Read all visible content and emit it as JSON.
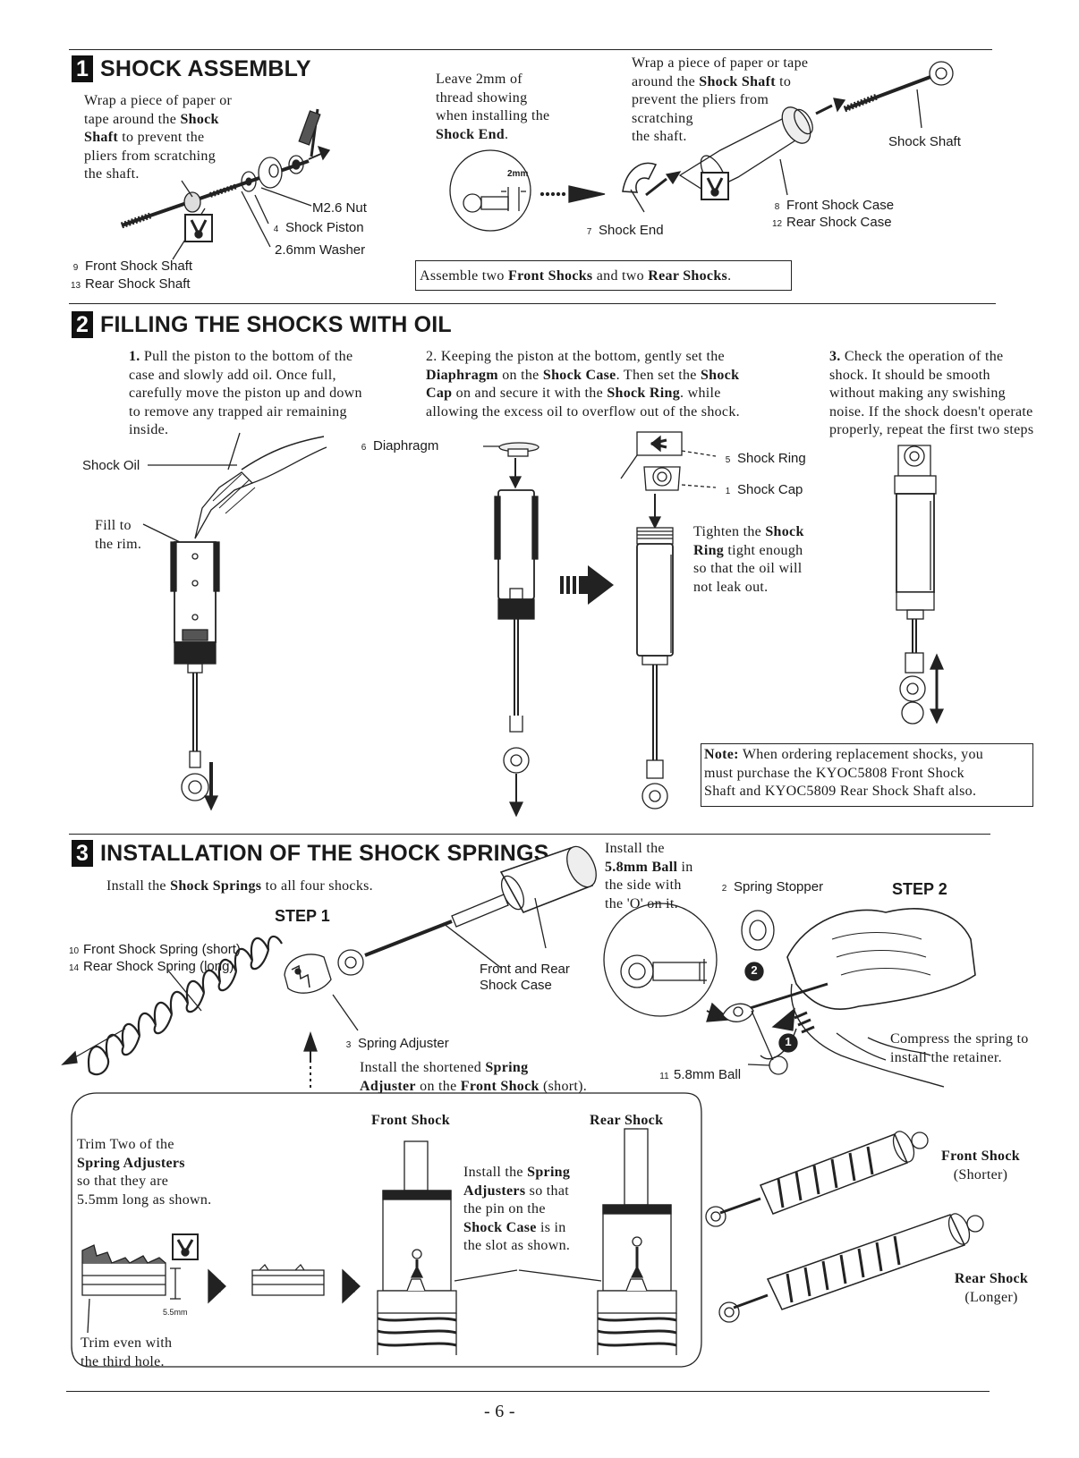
{
  "section1": {
    "number": "1",
    "title": "SHOCK ASSEMBLY",
    "wrap_note": [
      "Wrap a piece of paper or",
      "tape around the ",
      "Shock",
      "Shaft",
      " to prevent the",
      "pliers from scratching",
      "the shaft."
    ],
    "thread_note": [
      "Leave 2mm of",
      "thread showing",
      "when installing the",
      "Shock End",
      "."
    ],
    "wrap_note2": [
      "Wrap a piece of paper or tape",
      "around the ",
      "Shock Shaft",
      " to",
      "prevent the pliers from",
      "scratching",
      "the shaft."
    ],
    "detail_label": "2mm",
    "labels": {
      "m26_nut": "M2.6 Nut",
      "shock_piston_num": "4",
      "shock_piston": "Shock Piston",
      "washer": "2.6mm Washer",
      "front_shaft_num": "9",
      "front_shaft": "Front Shock Shaft",
      "rear_shaft_num": "13",
      "rear_shaft": "Rear Shock Shaft",
      "shock_end_num": "7",
      "shock_end": "Shock End",
      "shock_shaft": "Shock Shaft",
      "front_case_num": "8",
      "front_case": "Front Shock Case",
      "rear_case_num": "12",
      "rear_case": "Rear Shock Case"
    },
    "assemble_note": [
      "Assemble two ",
      "Front Shocks",
      " and two ",
      "Rear Shocks",
      "."
    ]
  },
  "section2": {
    "number": "2",
    "title": "FILLING THE SHOCKS WITH OIL",
    "step1": [
      "1.",
      " Pull the piston to the bottom of the",
      "case and slowly add oil.  Once full,",
      "carefully move the piston up and down",
      "to remove any trapped air remaining",
      "inside."
    ],
    "step2": [
      "2.",
      "  Keeping the piston at the bottom,  gently set the",
      "Diaphragm",
      " on the ",
      "Shock Case",
      ". Then set the ",
      "Shock",
      "Cap",
      " on and secure it with the ",
      "Shock Ring",
      ". while",
      "allowing the excess oil to overflow out of the shock."
    ],
    "step3": [
      "3.",
      "  Check the operation of the",
      "shock.  It should be smooth",
      "without making any swishing",
      "noise.  If the shock doesn't operate",
      "properly, repeat the first two steps"
    ],
    "labels": {
      "shock_oil": "Shock Oil",
      "fill_rim": [
        "Fill to",
        "the rim."
      ],
      "diaphragm_num": "6",
      "diaphragm": "Diaphragm",
      "shock_ring_num": "5",
      "shock_ring": "Shock Ring",
      "shock_cap_num": "1",
      "shock_cap": "Shock Cap"
    },
    "tighten_note": [
      "Tighten the ",
      "Shock",
      "Ring",
      " tight enough",
      "so that the oil will",
      "not leak out."
    ],
    "note": [
      "Note:",
      " When ordering replacement shocks, you",
      "must purchase the KYOC5808 Front Shock",
      "Shaft and KYOC5809 Rear Shock Shaft also."
    ]
  },
  "section3": {
    "number": "3",
    "title": "INSTALLATION OF THE SHOCK SPRINGS",
    "intro": [
      "Install the ",
      "Shock Springs",
      " to all four shocks."
    ],
    "ball_note": [
      "Install the",
      "5.8mm Ball",
      " in",
      "the side with",
      "the 'O' on it."
    ],
    "step1": "STEP 1",
    "step2": "STEP 2",
    "labels": {
      "front_spring_num": "10",
      "front_spring": "Front Shock Spring",
      "front_spring_suffix": " (short)",
      "rear_spring_num": "14",
      "rear_spring": "Rear Shock Spring",
      "rear_spring_suffix": " (long)",
      "case": [
        "Front and Rear",
        "Shock Case"
      ],
      "adjuster_num": "3",
      "adjuster": "Spring Adjuster",
      "stopper_num": "2",
      "stopper": "Spring Stopper",
      "ball_num": "11",
      "ball": "5.8mm Ball",
      "marker1": "1",
      "marker2": "2"
    },
    "adjuster_note": [
      "Install the shortened ",
      "Spring",
      "Adjuster",
      " on the ",
      "Front Shock",
      " (short)."
    ],
    "compress_note": [
      "Compress the spring to",
      "install the retainer."
    ],
    "trim_note": [
      "Trim Two of the",
      "Spring Adjusters",
      "so that they are",
      "5.5mm long as shown."
    ],
    "trim_dim": "5.5mm",
    "trim_even": [
      "Trim even with",
      "the third hole."
    ],
    "front_shock_head": "Front Shock",
    "rear_shock_head": "Rear Shock",
    "slot_note": [
      "Install the ",
      "Spring",
      "Adjusters",
      " so that",
      "the pin on the",
      "Shock Case",
      " is in",
      "the slot as shown."
    ],
    "final_front": [
      "Front Shock",
      "(Shorter)"
    ],
    "final_rear": [
      "Rear Shock",
      "(Longer)"
    ]
  },
  "page_number": "- 6 -"
}
